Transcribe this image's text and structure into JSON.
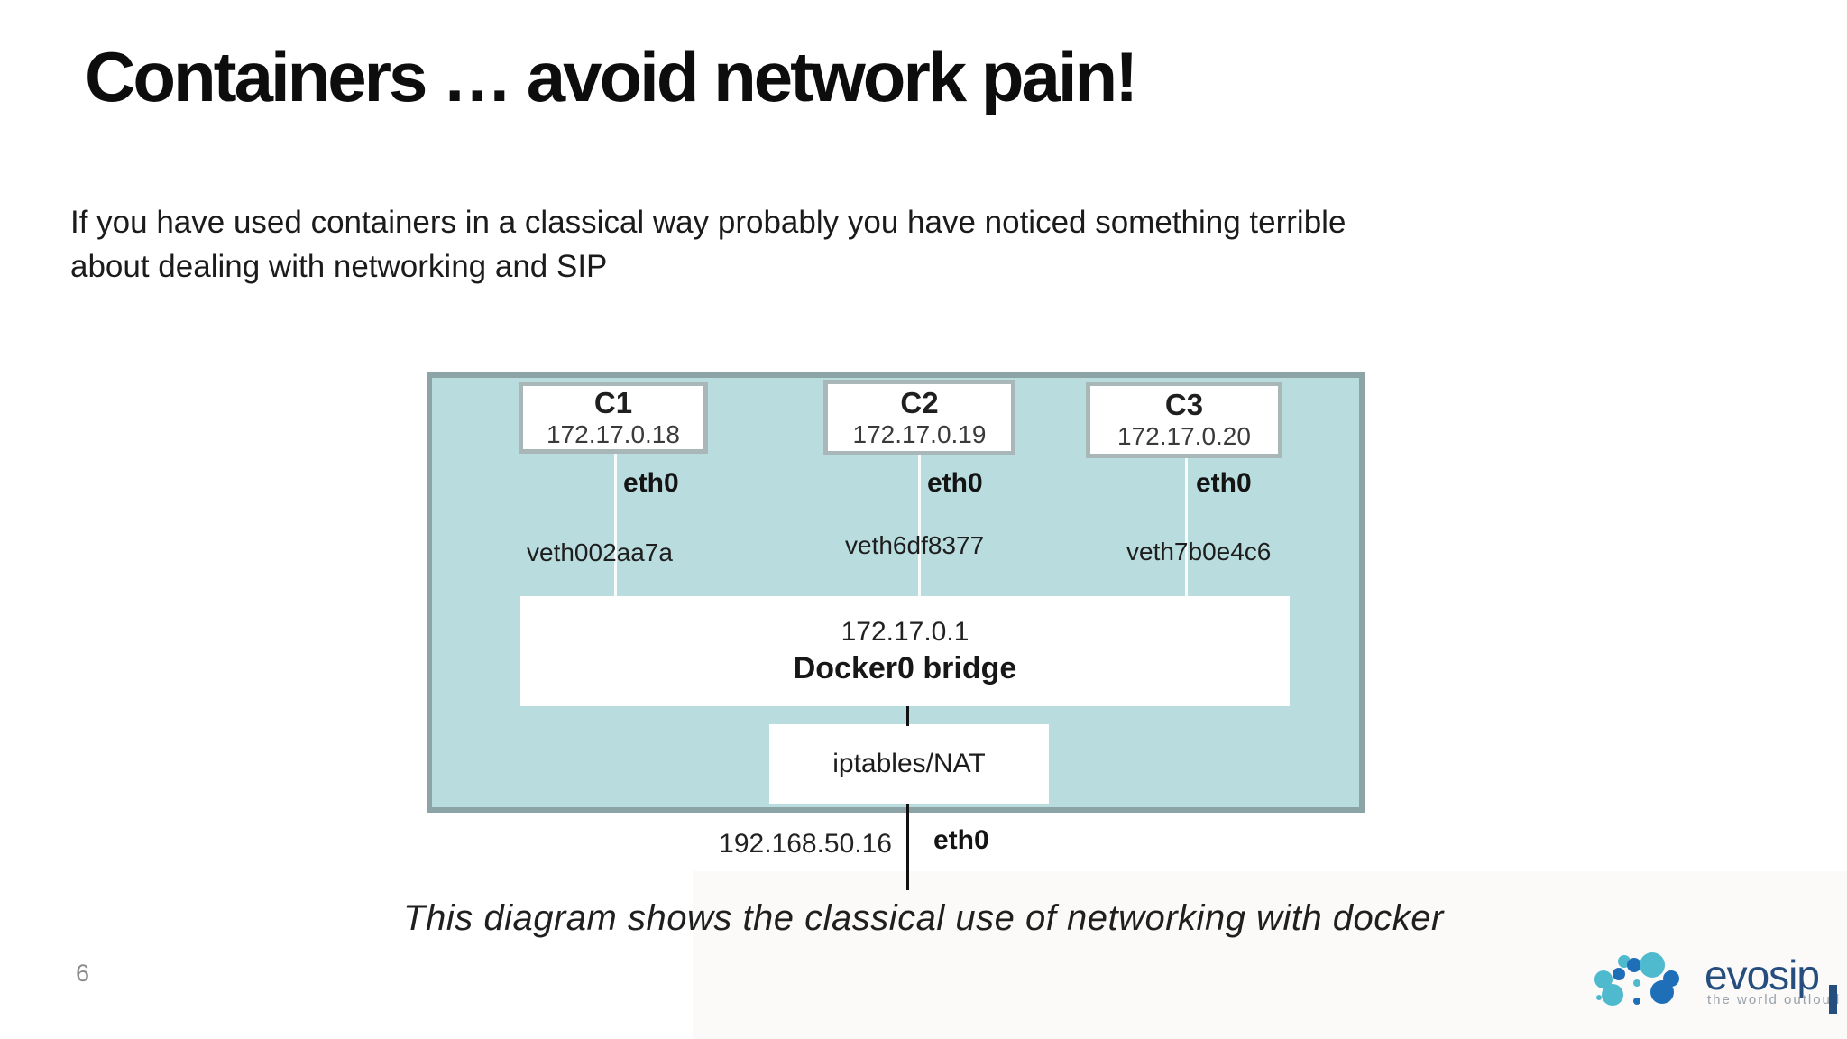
{
  "slide": {
    "title": "Containers … avoid network pain!",
    "body": "If you have used containers in a classical way probably you have noticed something terrible about dealing with networking and SIP",
    "caption": "This diagram shows the classical use of networking with docker",
    "page_number": "6"
  },
  "diagram": {
    "containers": [
      {
        "name": "C1",
        "ip": "172.17.0.18",
        "iface": "eth0",
        "veth": "veth002aa7a"
      },
      {
        "name": "C2",
        "ip": "172.17.0.19",
        "iface": "eth0",
        "veth": "veth6df8377"
      },
      {
        "name": "C3",
        "ip": "172.17.0.20",
        "iface": "eth0",
        "veth": "veth7b0e4c6"
      }
    ],
    "bridge": {
      "ip": "172.17.0.1",
      "label": "Docker0 bridge"
    },
    "nat": {
      "label": "iptables/NAT"
    },
    "host": {
      "ip": "192.168.50.16",
      "iface": "eth0"
    },
    "colors": {
      "fill": "#b9dcde",
      "border": "#8da4a7",
      "box_border": "#a9b7b8"
    }
  },
  "logo": {
    "name": "evosip",
    "tagline": "the world outloud",
    "colors": {
      "navy": "#254e7e",
      "teal": "#4fb9ce",
      "blue": "#1e6fb8"
    }
  }
}
